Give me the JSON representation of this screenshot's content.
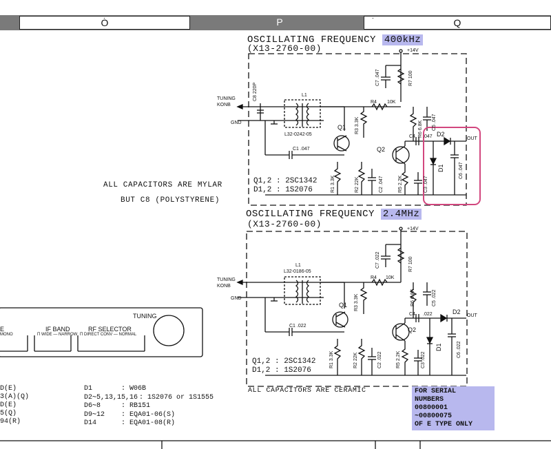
{
  "header": {
    "columns": [
      "O",
      "P",
      "Q"
    ],
    "dots": [
      ".",
      "."
    ]
  },
  "circuit1": {
    "title": "OSCILLATING FREQUENCY",
    "freq": "400kHz",
    "part": "(X13-2760-00)",
    "supply": "+14V",
    "tuning": "TUNING",
    "tuning2": "KONB",
    "gnd": "GND",
    "out": "OUT",
    "coil_label": "L1",
    "coil_part": "L32-0242-05",
    "c8": "C8 220P",
    "c7": "C7 .047",
    "r7": "R7 100",
    "r4": "R4",
    "r4v": "10K",
    "r3": "R3 3.3K",
    "r6": "R6 6.8K",
    "c5": "C5 .047",
    "c4": "C4",
    "c4v": ".047",
    "c1": "C1 .047",
    "r1": "R1 3.3K",
    "r2": "R2 22K",
    "c2": "C2 .047",
    "r5": "R5 2.2K",
    "c3": "C3 .047",
    "c6": "C6 .047",
    "d1": "D1",
    "d2": "D2",
    "q1": "Q1",
    "q2": "Q2",
    "qline": "Q1,2 : 2SC1342",
    "dline": "D1,2 : 1S2076"
  },
  "circuit2": {
    "title": "OSCILLATING FREQUENCY",
    "freq": "2.4MHz",
    "part": "(X13-2760-00)",
    "supply": "+14V",
    "tuning": "TUNING",
    "tuning2": "KONB",
    "gnd": "GND",
    "out": "OUT",
    "coil_label": "L1",
    "coil_part": "L32-0186-05",
    "c7": "C7 .022",
    "r7": "R7 100",
    "r4": "R4",
    "r4v": "10K",
    "r3": "R3 3.3K",
    "r6": "R6 6.8K",
    "c5": "C5 .022",
    "c4": "C4",
    "c4v": ".022",
    "c1": "C1 .022",
    "r1": "R1 3.3K",
    "r2": "R2 22K",
    "c2": "C2 .022",
    "r5": "R5 2.2K",
    "c3": "C3 .022",
    "c6": "C6 .022",
    "d1": "D1",
    "d2": "D2",
    "q1": "Q1",
    "q2": "Q2",
    "qline": "Q1,2 : 2SC1342",
    "dline": "D1,2 : 1S2076"
  },
  "notes": {
    "mylar1": "ALL CAPACITORS ARE MYLAR",
    "mylar2": "BUT C8 (POLYSTYRENE)",
    "ceramic": "ALL CAPACITORS ARE CERAMIC",
    "serial": [
      "FOR SERIAL",
      "NUMBERS",
      "00800001",
      "~00800075",
      "OF E TYPE ONLY"
    ]
  },
  "panel": {
    "tuning": "TUNING",
    "if_band": "IF BAND",
    "if_opts": "Π WIDE — NARROW",
    "rf_selector": "RF SELECTOR",
    "rf_opts": "Π DIRECT CONV — NORMAL",
    "left_e": "E",
    "left_mono": "MONO"
  },
  "legend_left": [
    "D(E)",
    "3(A)(Q)",
    "D(E)",
    "5(Q)",
    "94(R)"
  ],
  "legend": [
    {
      "k": "D1",
      "v": ": W06B"
    },
    {
      "k": "D2∼5,13,15,16",
      "v": ": 1S2076 or 1S1555"
    },
    {
      "k": "D6∼8",
      "v": ": RB151"
    },
    {
      "k": "D9∼12",
      "v": ": EQA01-06(S)"
    },
    {
      "k": "D14",
      "v": ": EQA01-08(R)"
    }
  ],
  "colors": {
    "highlight": "#b8b8ee",
    "pink_box": "#d2467e",
    "strip": "#7a7a7a"
  }
}
